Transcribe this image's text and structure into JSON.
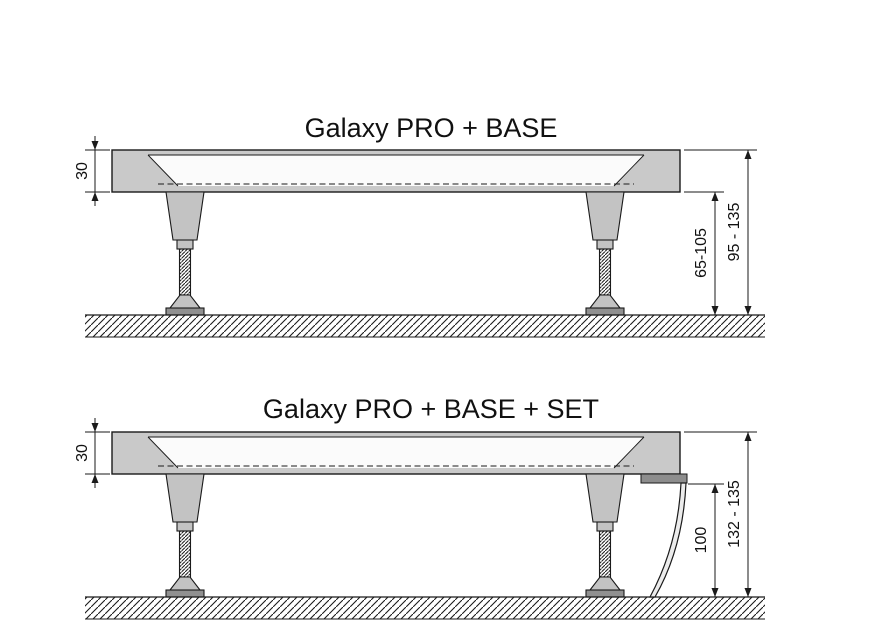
{
  "page": {
    "background": "#ffffff"
  },
  "colors": {
    "line": "#1a1a1a",
    "tray_fill": "#c9c9c9",
    "basin_fill": "#fbfbfb",
    "leg_fill": "#c3c3c3",
    "base_fill": "#909090"
  },
  "diagrams": [
    {
      "title": "Galaxy PRO + BASE",
      "dimensions": {
        "tray_height": "30",
        "leg_height": "65-105",
        "total_height": "95 - 135"
      }
    },
    {
      "title": "Galaxy PRO + BASE + SET",
      "dimensions": {
        "tray_height": "30",
        "panel_height": "100",
        "total_height": "132 - 135"
      }
    }
  ]
}
